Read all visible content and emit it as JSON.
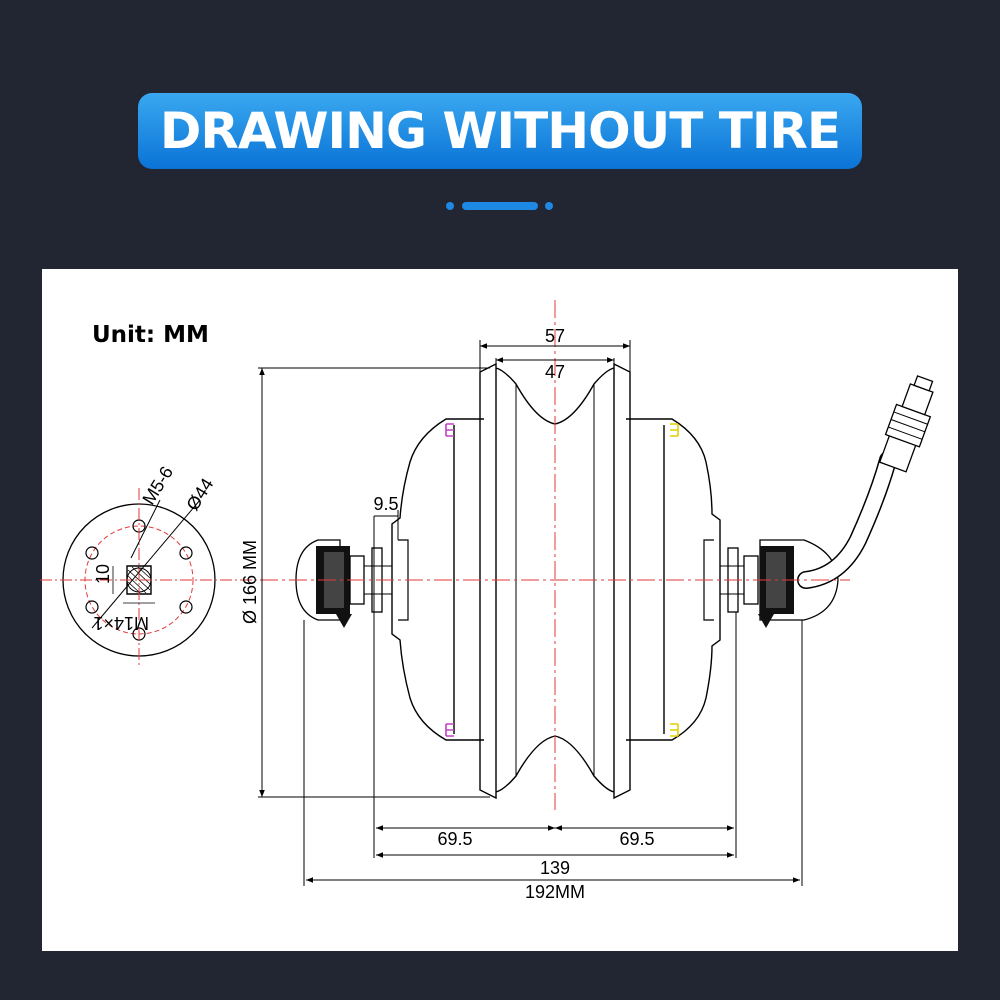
{
  "title": "DRAWING WITHOUT TIRE",
  "unit_label": "Unit: MM",
  "colors": {
    "background": "#222632",
    "accent": "#1e88e5",
    "panel": "#ffffff",
    "centerline": "#e23a3a",
    "left_marker": "#c040c0",
    "right_marker": "#e0d000"
  },
  "dimensions": {
    "width_57": "57",
    "width_47": "47",
    "axle_9_5": "9.5",
    "diameter_166": "Ø 166 MM",
    "left_69_5": "69.5",
    "right_69_5": "69.5",
    "dropout_139": "139",
    "overall_192": "192MM"
  },
  "flange_view": {
    "bolt_label": "M5-6",
    "pcd_label": "Ø44",
    "flat_height": "10",
    "thread_label": "M14×1"
  }
}
